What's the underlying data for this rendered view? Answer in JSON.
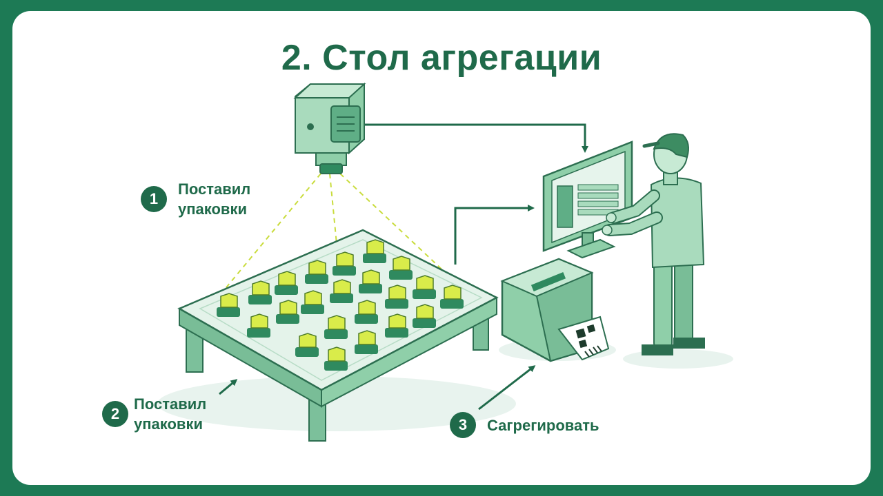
{
  "title": "2. Стол агрегации",
  "steps": [
    {
      "number": "1",
      "label": "Поставил\nупаковки"
    },
    {
      "number": "2",
      "label": "Поставил\nупаковки"
    },
    {
      "number": "3",
      "label": "Сагрегировать"
    }
  ],
  "colors": {
    "frame": "#1d7a55",
    "accent": "#1f6a4a",
    "equipment": "#8fcfa9",
    "box": "#d9ec4a"
  }
}
